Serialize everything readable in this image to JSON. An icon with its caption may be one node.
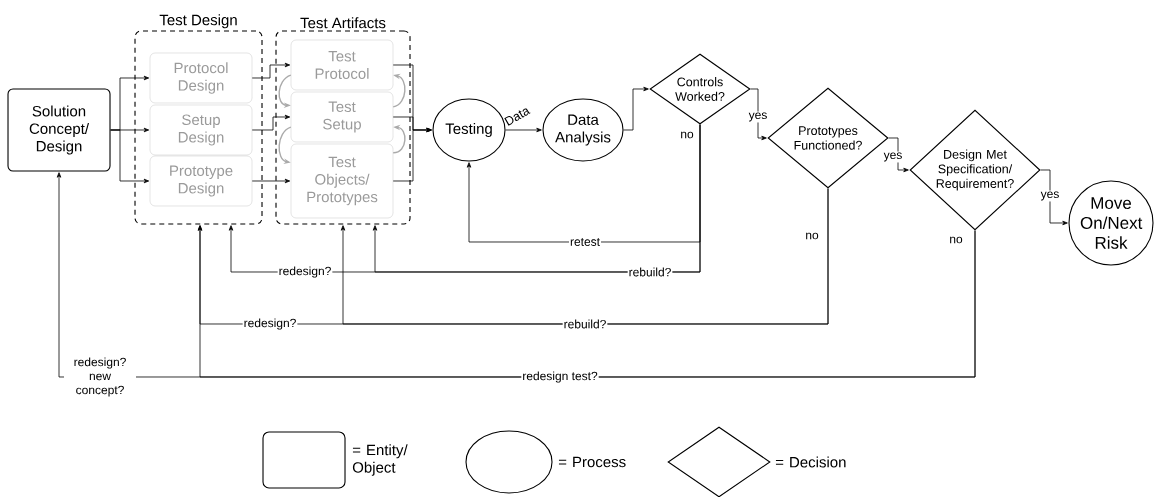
{
  "diagram": {
    "nodes": [
      {
        "text": [
          "Solution Concept/ Design"
        ]
      },
      {
        "text": [
          "Test Design"
        ]
      },
      {
        "text": [
          "Protocol Design"
        ],
        "in": 1
      },
      {
        "text": [
          "Setup Design"
        ],
        "in": 1
      },
      {
        "text": [
          "Prototype Design"
        ],
        "in": 1
      },
      {
        "text": [
          "Test Artifacts"
        ]
      },
      {
        "text": [
          "Test Protocol"
        ],
        "in": 5
      },
      {
        "text": [
          "Test Setup"
        ],
        "in": 5
      },
      {
        "text": [
          "Test Objects/ Prototypes"
        ],
        "in": 5
      },
      {
        "text": [
          "Testing"
        ]
      },
      {
        "text": [
          "Data Analysis"
        ]
      },
      {
        "text": [
          "Controls Worked?"
        ],
        "beside": [
          "no"
        ]
      },
      {
        "text": [
          "Prototypes Functioned?"
        ],
        "beside": [
          "no"
        ]
      },
      {
        "text": [
          "Design Met Specification/ Requirement?"
        ],
        "beside": [
          "no"
        ]
      },
      {
        "text": [
          "Move On/Next Risk"
        ]
      }
    ],
    "edges": [
      {
        "from": 0,
        "to": 2,
        "arrow": "to"
      },
      {
        "from": 0,
        "to": 3,
        "arrow": "to"
      },
      {
        "from": 0,
        "to": 4,
        "arrow": "to"
      },
      {
        "from": 2,
        "to": 6,
        "arrow": "to"
      },
      {
        "from": 3,
        "to": 7,
        "arrow": "to"
      },
      {
        "from": 4,
        "to": 8,
        "arrow": "to"
      },
      {
        "from": 6,
        "to": 7,
        "arrow": "to",
        "color": "#aaaaaa"
      },
      {
        "from": 7,
        "to": 8,
        "arrow": "to",
        "color": "#aaaaaa"
      },
      {
        "from": 7,
        "to": 6,
        "arrow": "to",
        "color": "#aaaaaa"
      },
      {
        "from": 8,
        "to": 7,
        "arrow": "to",
        "color": "#aaaaaa"
      },
      {
        "from": 6,
        "to": 9,
        "arrow": "to"
      },
      {
        "from": 7,
        "to": 9,
        "arrow": "to"
      },
      {
        "from": 8,
        "to": 9,
        "arrow": "to"
      },
      {
        "from": 9,
        "to": 10,
        "arrow": "to",
        "label": "Data"
      },
      {
        "from": 10,
        "to": 11,
        "arrow": "to"
      },
      {
        "from": 11,
        "to": 12,
        "arrow": "to",
        "label": "yes"
      },
      {
        "from": 11,
        "to": 9,
        "arrow": "to",
        "label": "retest"
      },
      {
        "from": 11,
        "to": 5,
        "arrow": "to",
        "label": "rebuild?"
      },
      {
        "from": 11,
        "to": 1,
        "arrow": "to",
        "label": "redesign?"
      },
      {
        "from": 12,
        "to": 13,
        "arrow": "to",
        "label": "yes"
      },
      {
        "from": 12,
        "to": 5,
        "arrow": "to",
        "label": "rebuild?"
      },
      {
        "from": 12,
        "to": 1,
        "arrow": "to",
        "label": "redesign?"
      },
      {
        "from": 13,
        "to": 14,
        "arrow": "to",
        "label": "yes"
      },
      {
        "from": 13,
        "to": 1,
        "arrow": "to",
        "label": "redesign test?"
      },
      {
        "from": 13,
        "to": 0,
        "arrow": "to",
        "label": "redesign? new concept?"
      }
    ],
    "legend": [
      {
        "text": "= Entity/ Object"
      },
      {
        "text": "= Process"
      },
      {
        "text": "= Decision"
      }
    ]
  }
}
